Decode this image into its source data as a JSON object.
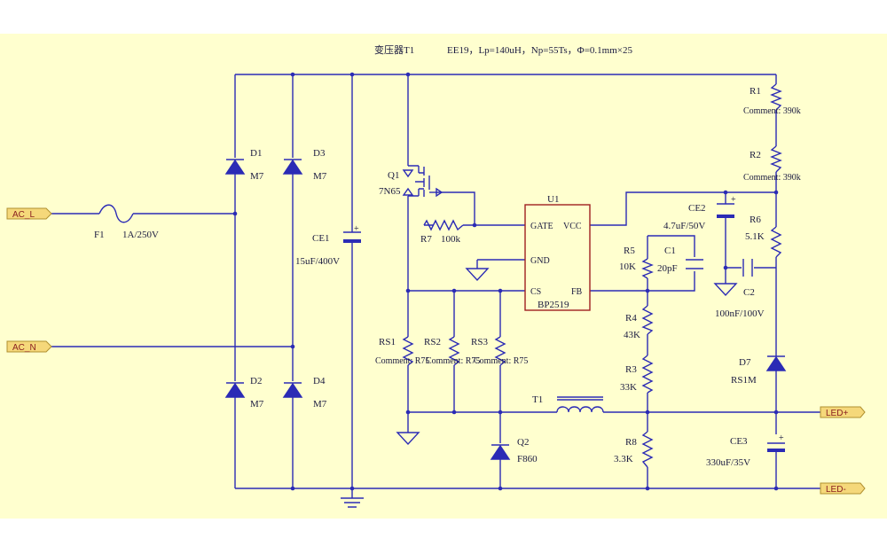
{
  "header": {
    "transformer_title": "变压器T1",
    "transformer_spec": "EE19，Lp=140uH，Np=55Ts，Φ=0.1mm×25"
  },
  "ports": {
    "ac_l": "AC_L",
    "ac_n": "AC_N",
    "led_plus": "LED+",
    "led_minus": "LED-"
  },
  "fuse": {
    "ref": "F1",
    "value": "1A/250V"
  },
  "diodes": {
    "d1": {
      "ref": "D1",
      "value": "M7"
    },
    "d2": {
      "ref": "D2",
      "value": "M7"
    },
    "d3": {
      "ref": "D3",
      "value": "M7"
    },
    "d4": {
      "ref": "D4",
      "value": "M7"
    },
    "d7": {
      "ref": "D7",
      "value": "RS1M"
    }
  },
  "ce1": {
    "ref": "CE1",
    "value": "15uF/400V"
  },
  "ce2": {
    "ref": "CE2",
    "value": "4.7uF/50V"
  },
  "ce3": {
    "ref": "CE3",
    "value": "330uF/35V"
  },
  "c1": {
    "ref": "C1",
    "value": "20pF"
  },
  "c2": {
    "ref": "C2",
    "value": "100nF/100V"
  },
  "q1": {
    "ref": "Q1",
    "value": "7N65"
  },
  "q2": {
    "ref": "Q2",
    "value": "F860"
  },
  "r1": {
    "ref": "R1",
    "value": "Comment: 390k"
  },
  "r2": {
    "ref": "R2",
    "value": "Comment: 390k"
  },
  "r3": {
    "ref": "R3",
    "value": "33K"
  },
  "r4": {
    "ref": "R4",
    "value": "43K"
  },
  "r5": {
    "ref": "R5",
    "value": "10K"
  },
  "r6": {
    "ref": "R6",
    "value": "5.1K"
  },
  "r7": {
    "ref": "R7",
    "value": "100k"
  },
  "r8": {
    "ref": "R8",
    "value": "3.3K"
  },
  "rs1": {
    "ref": "RS1",
    "value": "Comment: R75"
  },
  "rs2": {
    "ref": "RS2",
    "value": "Comment: R75"
  },
  "rs3": {
    "ref": "RS3",
    "value": "Comment: R75"
  },
  "t1": {
    "ref": "T1"
  },
  "u1": {
    "ref": "U1",
    "part": "BP2519",
    "pins": {
      "gate": "GATE",
      "vcc": "VCC",
      "gnd": "GND",
      "cs": "CS",
      "fb": "FB"
    }
  },
  "colors": {
    "wire": "#2b2bb5",
    "sheet": "#ffffcf",
    "ic_outline": "#a02020",
    "port_fill": "#f5d87a"
  }
}
